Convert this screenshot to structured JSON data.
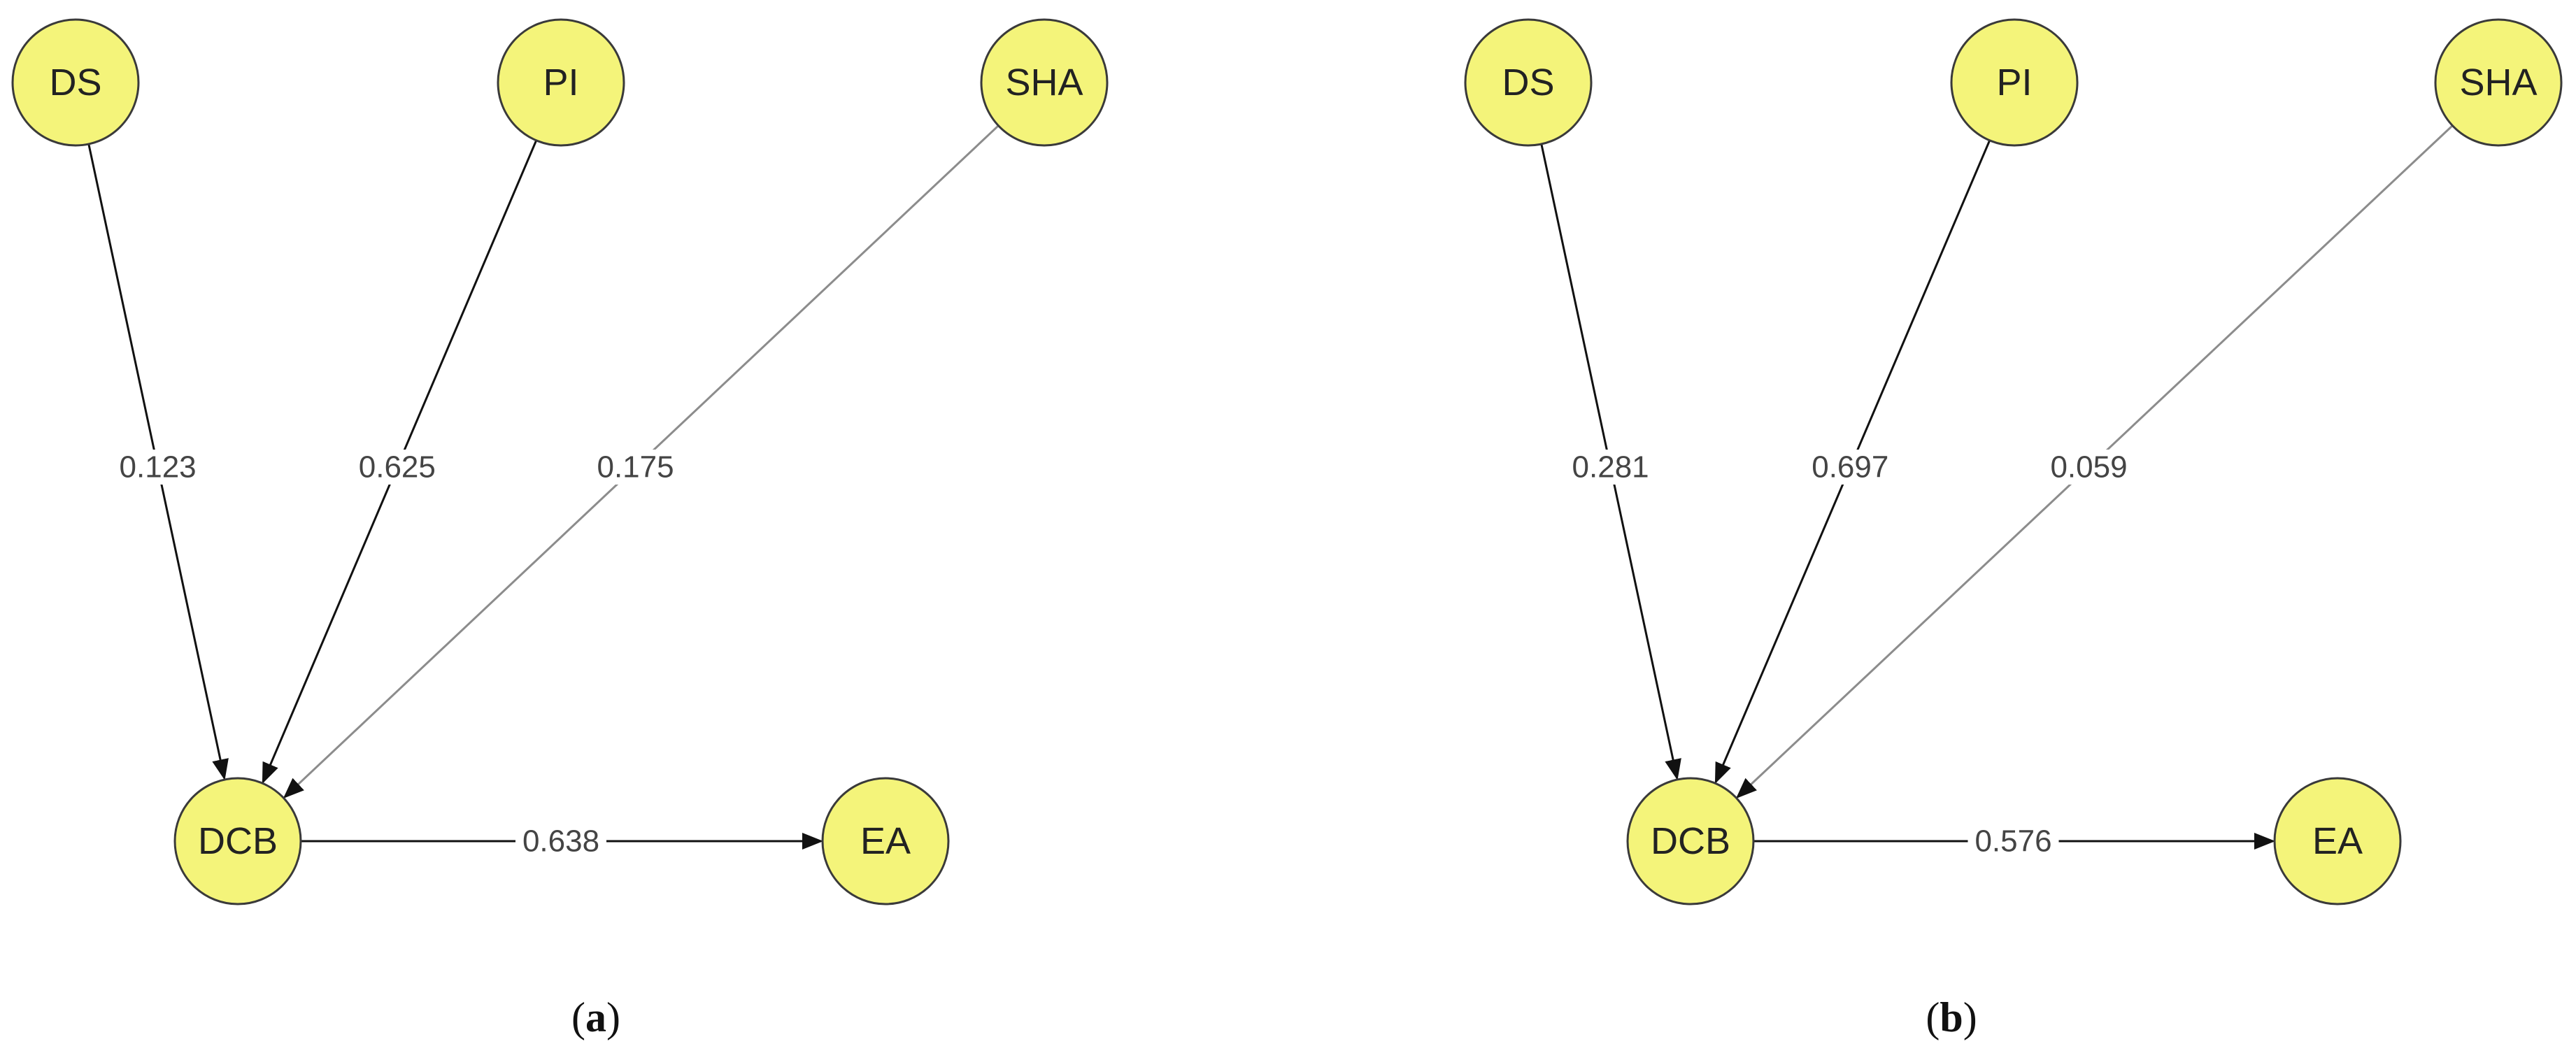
{
  "panels": [
    {
      "id": "a",
      "caption_open": "(",
      "caption_letter": "a",
      "caption_close": ")",
      "nodes": [
        {
          "id": "DS",
          "label": "DS"
        },
        {
          "id": "PI",
          "label": "PI"
        },
        {
          "id": "SHA",
          "label": "SHA"
        },
        {
          "id": "DCB",
          "label": "DCB"
        },
        {
          "id": "EA",
          "label": "EA"
        }
      ],
      "edges": [
        {
          "from": "DS",
          "to": "DCB",
          "weight": "0.123"
        },
        {
          "from": "PI",
          "to": "DCB",
          "weight": "0.625"
        },
        {
          "from": "SHA",
          "to": "DCB",
          "weight": "0.175"
        },
        {
          "from": "DCB",
          "to": "EA",
          "weight": "0.638"
        }
      ]
    },
    {
      "id": "b",
      "caption_open": "(",
      "caption_letter": "b",
      "caption_close": ")",
      "nodes": [
        {
          "id": "DS",
          "label": "DS"
        },
        {
          "id": "PI",
          "label": "PI"
        },
        {
          "id": "SHA",
          "label": "SHA"
        },
        {
          "id": "DCB",
          "label": "DCB"
        },
        {
          "id": "EA",
          "label": "EA"
        }
      ],
      "edges": [
        {
          "from": "DS",
          "to": "DCB",
          "weight": "0.281"
        },
        {
          "from": "PI",
          "to": "DCB",
          "weight": "0.697"
        },
        {
          "from": "SHA",
          "to": "DCB",
          "weight": "0.059"
        },
        {
          "from": "DCB",
          "to": "EA",
          "weight": "0.576"
        }
      ]
    }
  ],
  "colors": {
    "node_fill": "#f4f47a",
    "node_stroke": "#3a3a3a",
    "edge_strong": "#111111",
    "edge_weak": "#8c8c8c"
  }
}
